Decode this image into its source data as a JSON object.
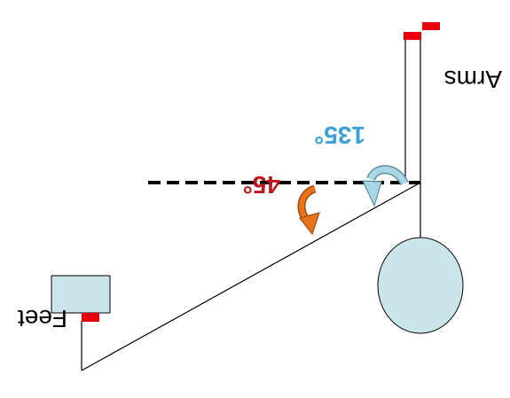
{
  "labels": {
    "arms": "Arms",
    "feet": "Feet",
    "angle_large": "135°",
    "angle_small": "45°"
  },
  "colors": {
    "line": "#000000",
    "marker_red": "#e8000d",
    "head_fill": "#c9e5ea",
    "box_fill": "#c9e5ea",
    "arrow_blue": "#a9d7e3",
    "arrow_orange": "#e9731c",
    "text_blue": "#3aa0d6",
    "text_red": "#c0141c"
  },
  "icons": {
    "blue_arrow": "curved-arrow-icon",
    "orange_arrow": "curved-arrow-icon"
  }
}
